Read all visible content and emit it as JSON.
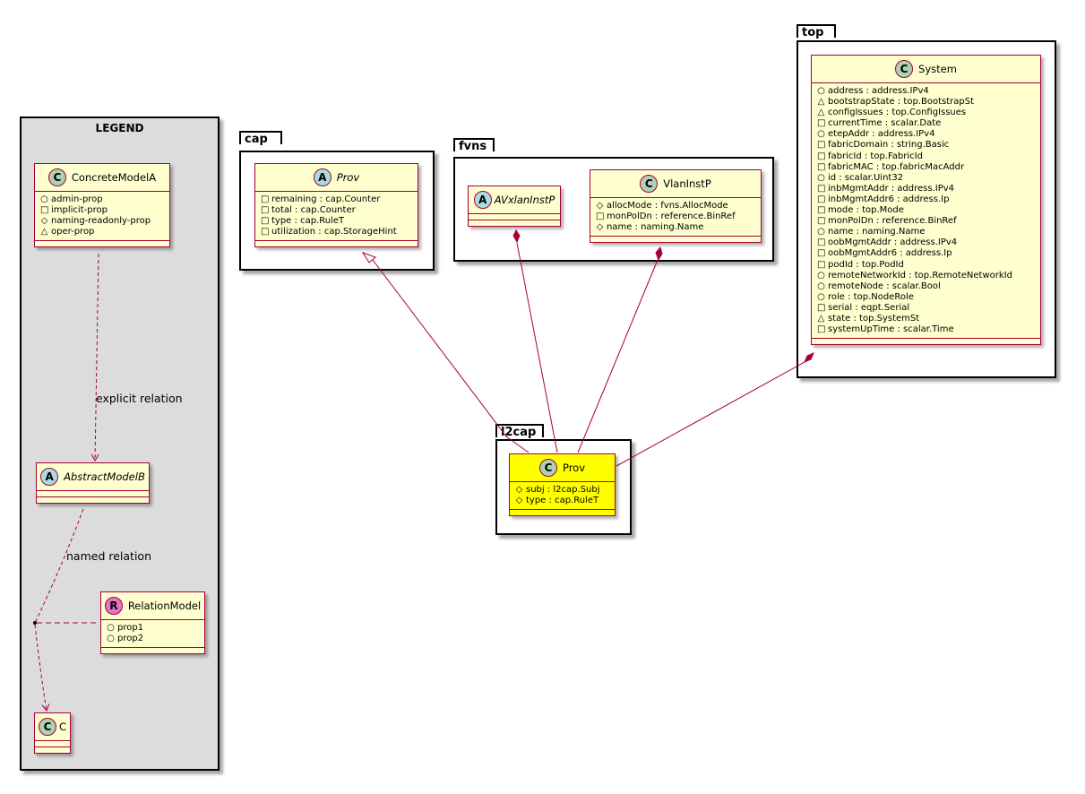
{
  "legend": {
    "title": "LEGEND",
    "concrete": {
      "name": "ConcreteModelA",
      "badge": "C",
      "attrs": [
        {
          "vis": "+",
          "text": "admin-prop"
        },
        {
          "vis": "-",
          "text": "implicit-prop"
        },
        {
          "vis": "#",
          "text": "naming-readonly-prop"
        },
        {
          "vis": "~",
          "text": "oper-prop"
        }
      ]
    },
    "abstract": {
      "name": "AbstractModelB",
      "badge": "A"
    },
    "relation_model": {
      "name": "RelationModel",
      "badge": "R",
      "attrs": [
        {
          "vis": "+",
          "text": "prop1"
        },
        {
          "vis": "+",
          "text": "prop2"
        }
      ]
    },
    "c": {
      "name": "C",
      "badge": "C"
    },
    "explicit_label": "explicit relation",
    "named_label": "named relation"
  },
  "packages": {
    "cap": {
      "name": "cap",
      "prov": {
        "name": "Prov",
        "badge": "A",
        "attrs": [
          {
            "vis": "-",
            "text": "remaining : cap.Counter"
          },
          {
            "vis": "-",
            "text": "total : cap.Counter"
          },
          {
            "vis": "-",
            "text": "type : cap.RuleT"
          },
          {
            "vis": "-",
            "text": "utilization : cap.StorageHint"
          }
        ]
      }
    },
    "fvns": {
      "name": "fvns",
      "avxlan": {
        "name": "AVxlanInstP",
        "badge": "A"
      },
      "vlan": {
        "name": "VlanInstP",
        "badge": "C",
        "attrs": [
          {
            "vis": "#",
            "text": "allocMode : fvns.AllocMode"
          },
          {
            "vis": "-",
            "text": "monPolDn : reference.BinRef"
          },
          {
            "vis": "#",
            "text": "name : naming.Name"
          }
        ]
      }
    },
    "l2cap": {
      "name": "l2cap",
      "prov": {
        "name": "Prov",
        "badge": "C",
        "attrs": [
          {
            "vis": "#",
            "text": "subj : l2cap.Subj"
          },
          {
            "vis": "#",
            "text": "type : cap.RuleT"
          }
        ]
      }
    },
    "top": {
      "name": "top",
      "system": {
        "name": "System",
        "badge": "C",
        "attrs": [
          {
            "vis": "+",
            "text": "address : address.IPv4"
          },
          {
            "vis": "~",
            "text": "bootstrapState : top.BootstrapSt"
          },
          {
            "vis": "~",
            "text": "configIssues : top.ConfigIssues"
          },
          {
            "vis": "-",
            "text": "currentTime : scalar.Date"
          },
          {
            "vis": "+",
            "text": "etepAddr : address.IPv4"
          },
          {
            "vis": "-",
            "text": "fabricDomain : string.Basic"
          },
          {
            "vis": "-",
            "text": "fabricId : top.FabricId"
          },
          {
            "vis": "-",
            "text": "fabricMAC : top.fabricMacAddr"
          },
          {
            "vis": "+",
            "text": "id : scalar.Uint32"
          },
          {
            "vis": "-",
            "text": "inbMgmtAddr : address.IPv4"
          },
          {
            "vis": "-",
            "text": "inbMgmtAddr6 : address.Ip"
          },
          {
            "vis": "-",
            "text": "mode : top.Mode"
          },
          {
            "vis": "-",
            "text": "monPolDn : reference.BinRef"
          },
          {
            "vis": "+",
            "text": "name : naming.Name"
          },
          {
            "vis": "-",
            "text": "oobMgmtAddr : address.IPv4"
          },
          {
            "vis": "-",
            "text": "oobMgmtAddr6 : address.Ip"
          },
          {
            "vis": "-",
            "text": "podId : top.PodId"
          },
          {
            "vis": "+",
            "text": "remoteNetworkId : top.RemoteNetworkId"
          },
          {
            "vis": "+",
            "text": "remoteNode : scalar.Bool"
          },
          {
            "vis": "+",
            "text": "role : top.NodeRole"
          },
          {
            "vis": "-",
            "text": "serial : eqpt.Serial"
          },
          {
            "vis": "~",
            "text": "state : top.SystemSt"
          },
          {
            "vis": "-",
            "text": "systemUpTime : scalar.Time"
          }
        ]
      }
    }
  },
  "colors": {
    "class_fill": "#fefece",
    "class_border": "#a80036",
    "highlight_fill": "#ffff00",
    "legend_fill": "#dcdcdc",
    "badge_c": "#add1b2",
    "badge_a": "#a9dcdf",
    "badge_r": "#e374c6"
  }
}
